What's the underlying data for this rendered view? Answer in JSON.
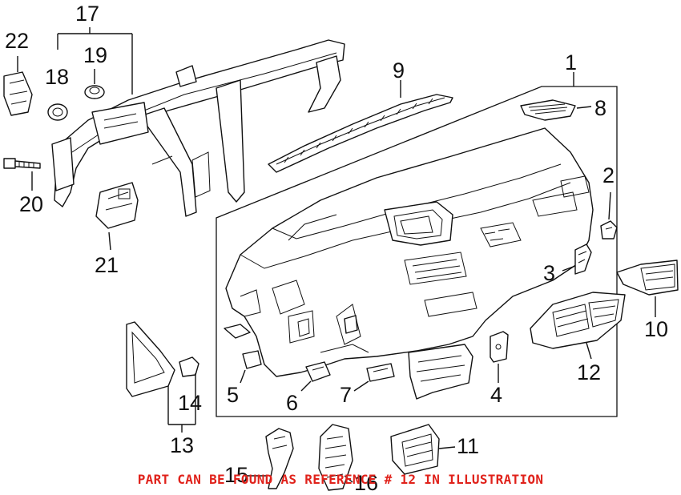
{
  "callouts": {
    "c1": "1",
    "c2": "2",
    "c3": "3",
    "c4": "4",
    "c5": "5",
    "c6": "6",
    "c7": "7",
    "c8": "8",
    "c9": "9",
    "c10": "10",
    "c11": "11",
    "c12": "12",
    "c13": "13",
    "c14": "14",
    "c15": "15",
    "c16": "16",
    "c17": "17",
    "c18": "18",
    "c19": "19",
    "c20": "20",
    "c21": "21",
    "c22": "22"
  },
  "notice": "PART CAN BE FOUND AS REFERENCE # 12 IN ILLUSTRATION",
  "colors": {
    "notice": "#e0221b",
    "ink": "#111111"
  }
}
